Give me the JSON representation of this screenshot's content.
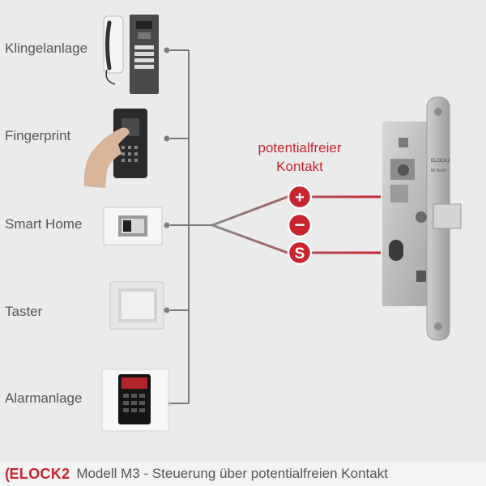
{
  "devices": [
    {
      "label": "Klingelanlage",
      "icon": "intercom-icon"
    },
    {
      "label": "Fingerprint",
      "icon": "fingerprint-reader-icon"
    },
    {
      "label": "Smart Home",
      "icon": "smart-home-panel-icon"
    },
    {
      "label": "Taster",
      "icon": "push-button-switch-icon"
    },
    {
      "label": "Alarmanlage",
      "icon": "alarm-panel-icon"
    }
  ],
  "contact": {
    "line1": "potentialfreier",
    "line2": "Kontakt"
  },
  "terminals": [
    {
      "symbol": "+",
      "name": "plus"
    },
    {
      "symbol": "−",
      "name": "minus"
    },
    {
      "symbol": "S",
      "name": "signal"
    }
  ],
  "lock_mark": "ELOCK2",
  "lock_series": "M-Serie",
  "footer": {
    "brand_mark": "(",
    "brand": "ELOCK2",
    "caption": "Modell M3 - Steuerung über potentialfreien Kontakt"
  },
  "colors": {
    "accent": "#c8252f",
    "wire": "#7a7a7a",
    "text": "#555555",
    "background": "#ebebeb"
  }
}
